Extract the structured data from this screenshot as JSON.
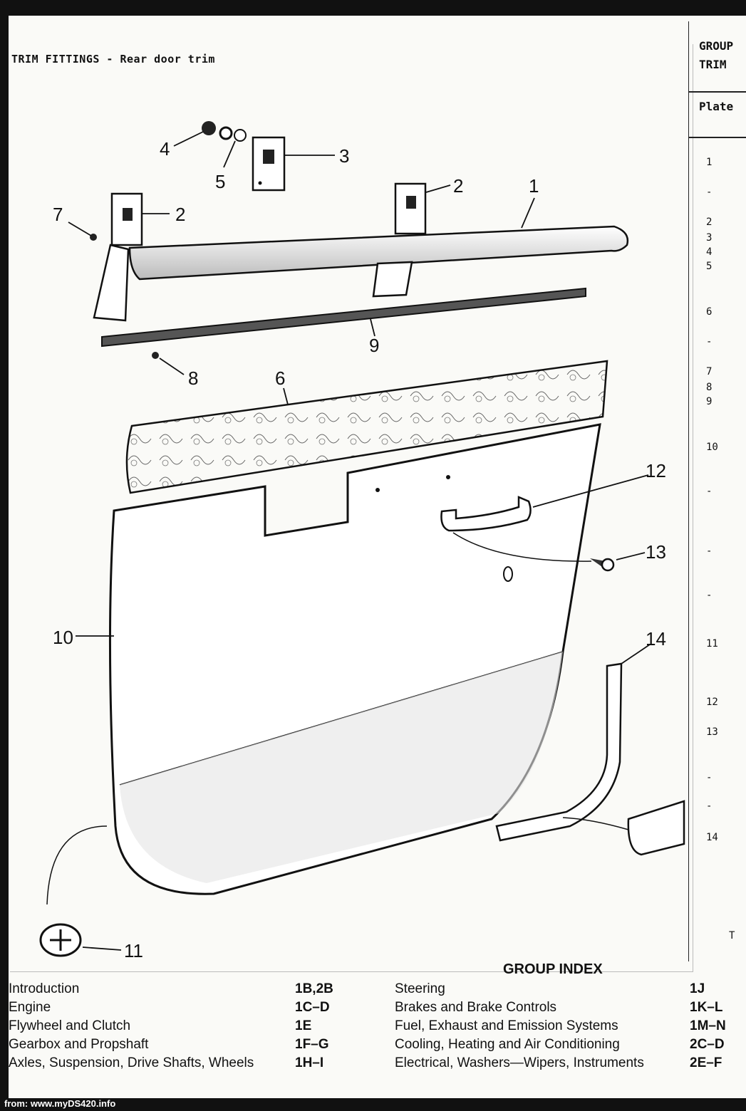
{
  "page_title": "TRIM FITTINGS - Rear door trim",
  "side_panel": {
    "group_header": "GROUP\nTRIM",
    "plate_label": "Plate",
    "item_numbers": [
      "1",
      "-",
      "2",
      "3",
      "4",
      "5",
      "6",
      "-",
      "7",
      "8",
      "9",
      "10",
      "-",
      "-",
      "-",
      "11",
      "12",
      "13",
      "-",
      "-",
      "14"
    ],
    "tail_mark": "T"
  },
  "callouts": [
    "1",
    "2",
    "2",
    "3",
    "4",
    "5",
    "6",
    "7",
    "8",
    "9",
    "10",
    "11",
    "12",
    "13",
    "14"
  ],
  "group_index": {
    "title": "GROUP INDEX",
    "left": [
      {
        "label": "Introduction",
        "code": "1B,2B"
      },
      {
        "label": "Engine",
        "code": "1C–D"
      },
      {
        "label": "Flywheel and Clutch",
        "code": "1E"
      },
      {
        "label": "Gearbox and Propshaft",
        "code": "1F–G"
      },
      {
        "label": "Axles, Suspension, Drive Shafts, Wheels",
        "code": "1H–I"
      }
    ],
    "right": [
      {
        "label": "Steering",
        "code": "1J"
      },
      {
        "label": "Brakes and Brake Controls",
        "code": "1K–L"
      },
      {
        "label": "Fuel, Exhaust and Emission Systems",
        "code": "1M–N"
      },
      {
        "label": "Cooling, Heating and Air Conditioning",
        "code": "2C–D"
      },
      {
        "label": "Electrical, Washers—Wipers, Instruments",
        "code": "2E–F"
      }
    ]
  },
  "footer_text": "from: www.myDS420.info"
}
